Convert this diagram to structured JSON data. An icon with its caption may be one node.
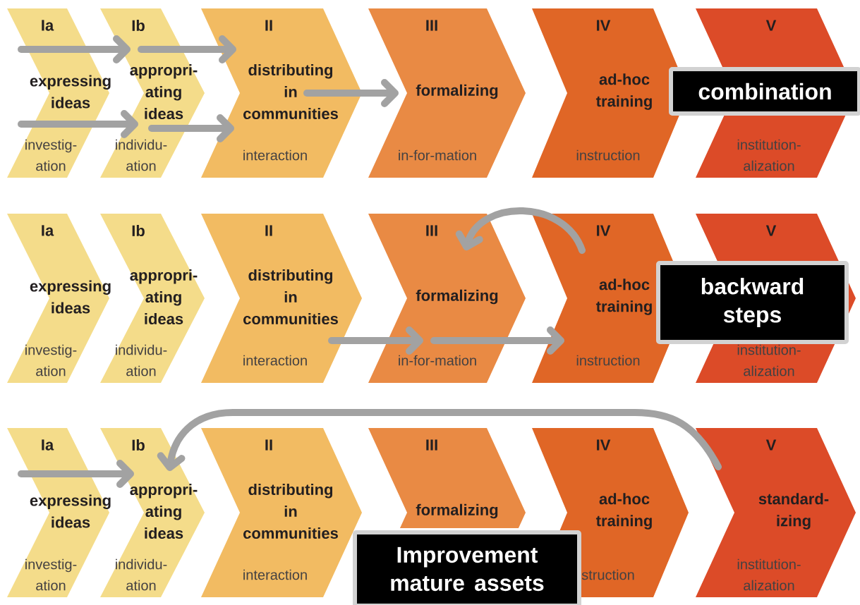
{
  "diagram": {
    "nodes": [
      {
        "text": [
          "Ia",
          "expressing ideas",
          "investig- ation"
        ]
      },
      {
        "text": [
          "Ib",
          "appropri- ating ideas",
          "individu- ation"
        ]
      },
      {
        "text": [
          "II",
          "distributing in communities",
          "interaction"
        ]
      },
      {
        "text": [
          "III",
          "formalizing",
          "in-for-mation"
        ]
      },
      {
        "text": [
          "IV",
          "ad-hoc training",
          "instruction"
        ]
      },
      {
        "text": [
          "V",
          "institution- alization"
        ]
      },
      {
        "text": [
          "combination"
        ]
      },
      {
        "text": [
          "Ia",
          "expressing ideas",
          "investig- ation"
        ]
      },
      {
        "text": [
          "Ib",
          "appropri- ating ideas",
          "individu- ation"
        ]
      },
      {
        "text": [
          "II",
          "distributing in communities",
          "interaction"
        ]
      },
      {
        "text": [
          "III",
          "formalizing",
          "in-for-mation"
        ]
      },
      {
        "text": [
          "IV",
          "ad-hoc training",
          "instruction"
        ]
      },
      {
        "text": [
          "V",
          "institution- alization"
        ]
      },
      {
        "text": [
          "backward steps"
        ]
      },
      {
        "text": [
          "Ia",
          "expressing ideas",
          "investig- ation"
        ]
      },
      {
        "text": [
          "Ib",
          "appropri- ating ideas",
          "individu- ation"
        ]
      },
      {
        "text": [
          "II",
          "distributing in communities",
          "interaction"
        ]
      },
      {
        "text": [
          "III",
          "formalizing"
        ]
      },
      {
        "text": [
          "IV",
          "ad-hoc training",
          "struction"
        ]
      },
      {
        "text": [
          "V",
          "standard- izing",
          "institution- alization"
        ]
      },
      {
        "text": [
          "Improvement mature assets"
        ]
      }
    ],
    "edges": [
      {
        "from": 0,
        "to": 1,
        "arrow": "to"
      },
      {
        "from": 0,
        "to": 1,
        "arrow": "to"
      },
      {
        "from": 1,
        "to": 2,
        "arrow": "to"
      },
      {
        "from": 1,
        "to": 2,
        "arrow": "to"
      },
      {
        "from": 2,
        "to": 3,
        "arrow": "to"
      },
      {
        "from": 9,
        "to": 10,
        "arrow": "to"
      },
      {
        "from": 10,
        "to": 11,
        "arrow": "to"
      },
      {
        "from": 11,
        "to": 10,
        "arrow": "to"
      },
      {
        "from": 14,
        "to": 15,
        "arrow": "to"
      },
      {
        "from": 19,
        "to": 15,
        "arrow": "to"
      }
    ]
  }
}
